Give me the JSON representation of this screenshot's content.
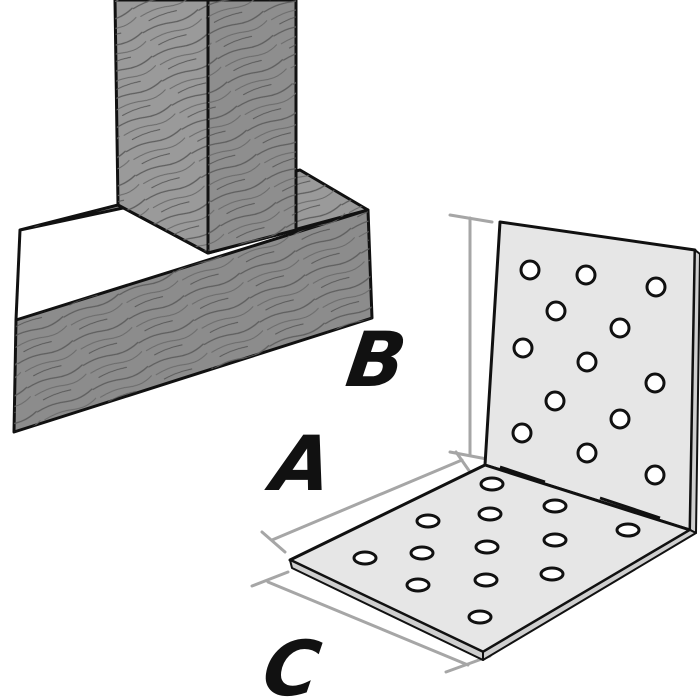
{
  "dimensions": {
    "a_label": "A",
    "b_label": "B",
    "c_label": "C"
  },
  "colors": {
    "wood_fill": "#8c8c8c",
    "wood_grain": "#5e5e5e",
    "bracket_fill": "#e6e6e6",
    "bracket_edge": "#cfcfcf",
    "outline": "#111111",
    "dimension_line": "#a6a6a6",
    "background": "#ffffff"
  }
}
